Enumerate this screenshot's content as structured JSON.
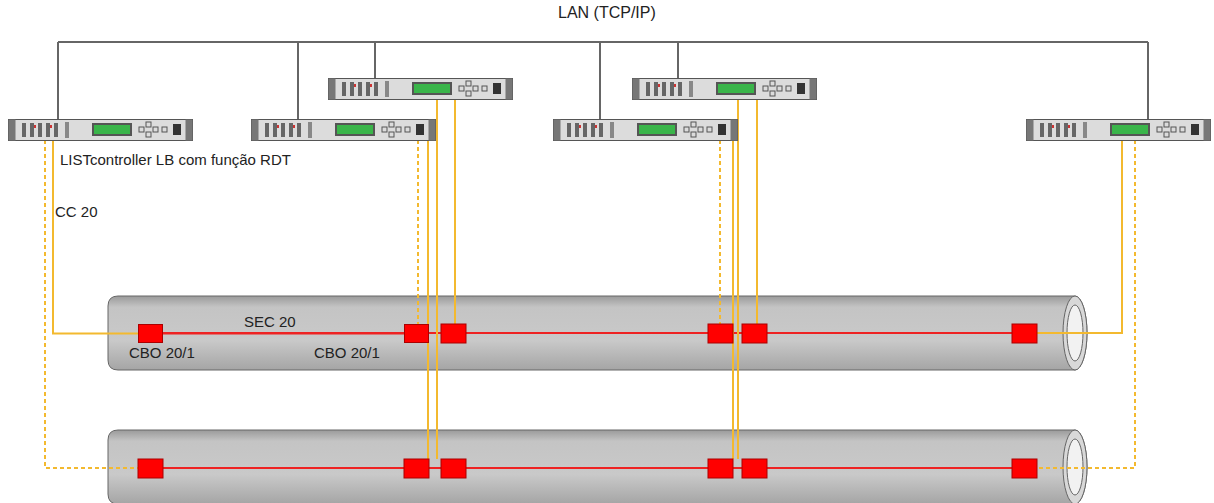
{
  "diagram": {
    "nodes": [
      {
        "text": [
          "LISTcontroller LB com função RDT"
        ]
      },
      {
        "text": [
          "CBO 20/1"
        ]
      },
      {
        "text": [
          "CBO 20/1"
        ]
      }
    ],
    "edges": [
      {
        "from": 0,
        "to": 1,
        "arrow": "none",
        "label": "CC 20"
      },
      {
        "from": 1,
        "to": 2,
        "arrow": "none",
        "label": "SEC 20"
      }
    ],
    "labels": [
      "LAN (TCP/IP)"
    ]
  }
}
